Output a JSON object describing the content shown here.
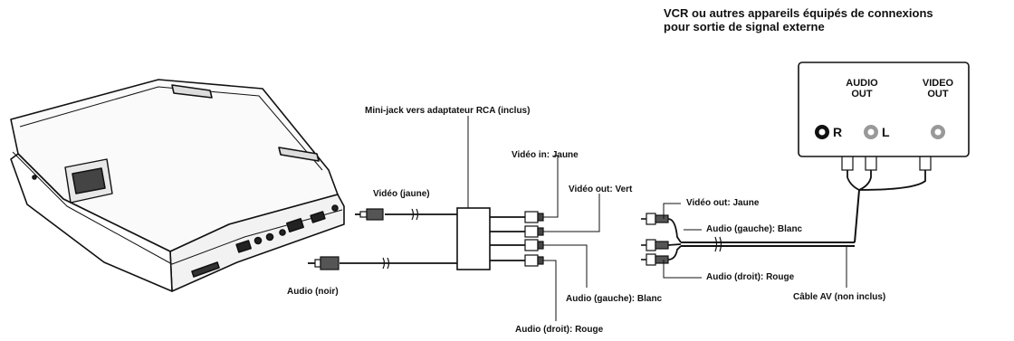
{
  "title": {
    "line1": "VCR ou autres appareils équipés de connexions",
    "line2": "pour sortie de signal externe"
  },
  "panel": {
    "audio_out": [
      "AUDIO",
      "OUT"
    ],
    "video_out": [
      "VIDEO",
      "OUT"
    ],
    "port_r": "R",
    "port_l": "L"
  },
  "labels": {
    "adapter": "Mini-jack vers adaptateur RCA (inclus)",
    "video_jaune": "Vidéo (jaune)",
    "audio_noir": "Audio (noir)",
    "video_in": "Vidéo in: Jaune",
    "video_out_vert": "Vidéo out: Vert",
    "audio_gauche_blanc": "Audio (gauche): Blanc",
    "audio_droit_rouge": "Audio (droit): Rouge",
    "cable_video_out": "Vidéo out: Jaune",
    "cable_audio_gauche": "Audio (gauche): Blanc",
    "cable_audio_droit": "Audio (droit): Rouge",
    "cable_av": "Câble AV (non inclus)"
  },
  "icons": [
    "dvd-player-icon",
    "rca-plug-icon",
    "mini-jack-plug-icon",
    "splitter-block-icon"
  ]
}
